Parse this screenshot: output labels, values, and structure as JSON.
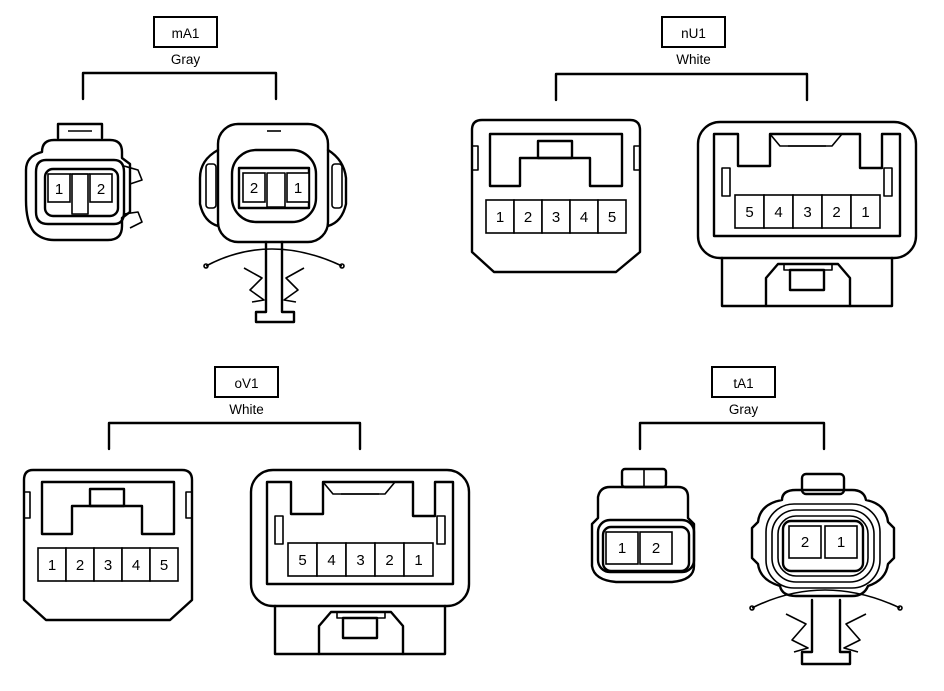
{
  "connectors": [
    {
      "code": "mA1",
      "color": "Gray",
      "left_pins": [
        "1",
        "2"
      ],
      "right_pins": [
        "2",
        "1"
      ]
    },
    {
      "code": "nU1",
      "color": "White",
      "left_pins": [
        "1",
        "2",
        "3",
        "4",
        "5"
      ],
      "right_pins": [
        "5",
        "4",
        "3",
        "2",
        "1"
      ]
    },
    {
      "code": "oV1",
      "color": "White",
      "left_pins": [
        "1",
        "2",
        "3",
        "4",
        "5"
      ],
      "right_pins": [
        "5",
        "4",
        "3",
        "2",
        "1"
      ]
    },
    {
      "code": "tA1",
      "color": "Gray",
      "left_pins": [
        "1",
        "2"
      ],
      "right_pins": [
        "2",
        "1"
      ]
    }
  ]
}
